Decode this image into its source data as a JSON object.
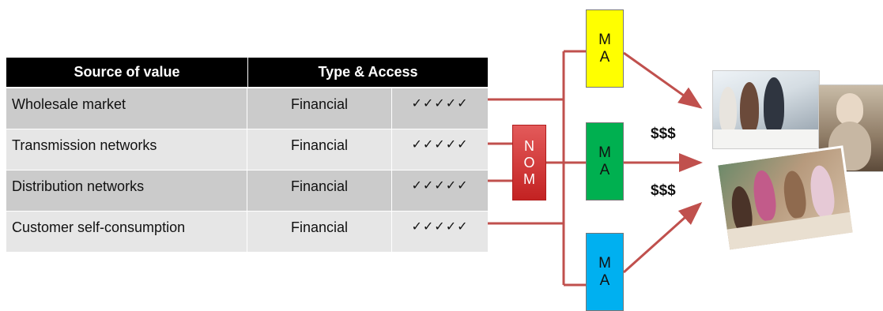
{
  "table": {
    "header": {
      "source": "Source of value",
      "type_access": "Type & Access"
    },
    "rows": [
      {
        "source": "Wholesale market",
        "type": "Financial",
        "access": "✓✓✓✓✓"
      },
      {
        "source": "Transmission networks",
        "type": "Financial",
        "access": "✓✓✓✓✓"
      },
      {
        "source": "Distribution networks",
        "type": "Financial",
        "access": "✓✓✓✓✓"
      },
      {
        "source": "Customer self-consumption",
        "type": "Financial",
        "access": "✓✓✓✓✓"
      }
    ]
  },
  "nom": {
    "letters": [
      "N",
      "O",
      "M"
    ]
  },
  "ma_boxes": [
    {
      "letters": [
        "M",
        "A"
      ],
      "color": "#ffff00"
    },
    {
      "letters": [
        "M",
        "A"
      ],
      "color": "#00b050"
    },
    {
      "letters": [
        "M",
        "A"
      ],
      "color": "#00b0f0"
    }
  ],
  "money": [
    "$$$",
    "$$$"
  ],
  "colors": {
    "connector": "#c0504d",
    "header_bg": "#000000"
  },
  "photos": [
    "business-meeting-photo",
    "elderly-woman-photo",
    "family-meal-photo"
  ]
}
